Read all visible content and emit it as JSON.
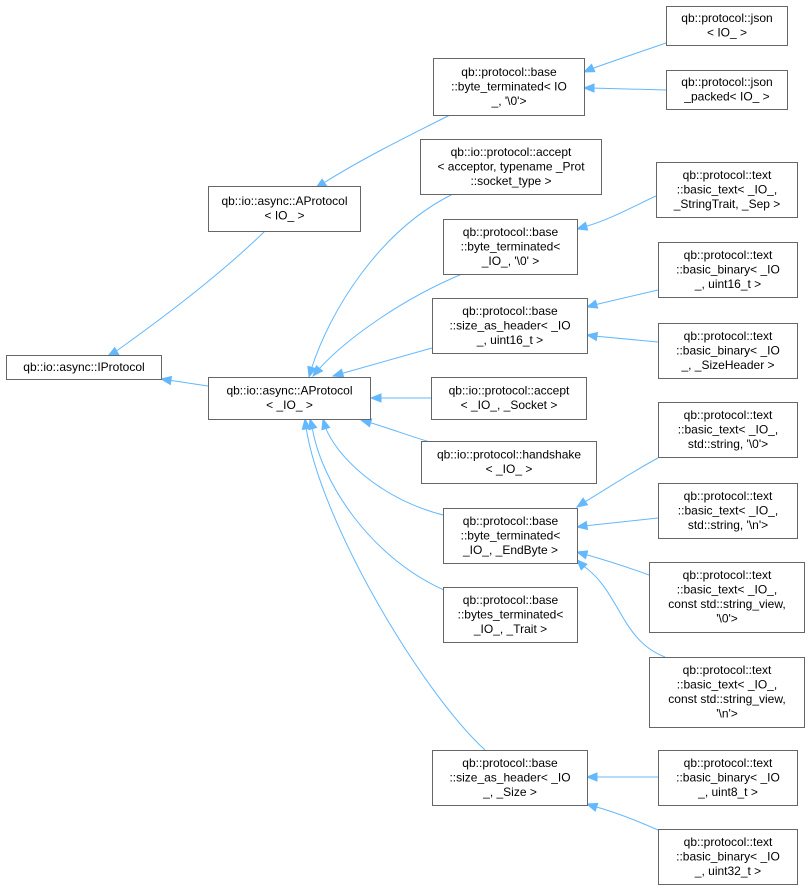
{
  "colors": {
    "edge": "#63b8ff",
    "node_border": "#666666",
    "node_fill": "#ffffff",
    "text": "#000000"
  },
  "nodes": [
    {
      "id": "iprotocol",
      "lines": [
        "qb::io::async::IProtocol"
      ]
    },
    {
      "id": "aprotocol_io_",
      "lines": [
        "qb::io::async::AProtocol",
        "< IO_ >"
      ]
    },
    {
      "id": "aprotocol__io_",
      "lines": [
        "qb::io::async::AProtocol",
        "< _IO_ >"
      ]
    },
    {
      "id": "byte_term_io_0",
      "lines": [
        "qb::protocol::base",
        "::byte_terminated< IO",
        "_, '\\0'>"
      ]
    },
    {
      "id": "json",
      "lines": [
        "qb::protocol::json",
        "< IO_ >"
      ]
    },
    {
      "id": "json_packed",
      "lines": [
        "qb::protocol::json",
        "_packed< IO_ >"
      ]
    },
    {
      "id": "accept_acceptor",
      "lines": [
        "qb::io::protocol::accept",
        "< acceptor, typename _Prot",
        "::socket_type >"
      ]
    },
    {
      "id": "byte_term__io_0",
      "lines": [
        "qb::protocol::base",
        "::byte_terminated<",
        "_IO_, '\\0' >"
      ]
    },
    {
      "id": "basic_text_sep",
      "lines": [
        "qb::protocol::text",
        "::basic_text< _IO_,",
        "_StringTrait, _Sep >"
      ]
    },
    {
      "id": "size_header_u16",
      "lines": [
        "qb::protocol::base",
        "::size_as_header< _IO",
        "_, uint16_t >"
      ]
    },
    {
      "id": "basic_binary_u16",
      "lines": [
        "qb::protocol::text",
        "::basic_binary< _IO",
        "_, uint16_t >"
      ]
    },
    {
      "id": "basic_binary_sizeheader",
      "lines": [
        "qb::protocol::text",
        "::basic_binary< _IO",
        "_, _SizeHeader >"
      ]
    },
    {
      "id": "accept_socket",
      "lines": [
        "qb::io::protocol::accept",
        "< _IO_, _Socket >"
      ]
    },
    {
      "id": "handshake",
      "lines": [
        "qb::io::protocol::handshake",
        "< _IO_ >"
      ]
    },
    {
      "id": "byte_term_endbyte",
      "lines": [
        "qb::protocol::base",
        "::byte_terminated<",
        "_IO_, _EndByte >"
      ]
    },
    {
      "id": "basic_text_string_0",
      "lines": [
        "qb::protocol::text",
        "::basic_text< _IO_,",
        "std::string, '\\0'>"
      ]
    },
    {
      "id": "basic_text_string_n",
      "lines": [
        "qb::protocol::text",
        "::basic_text< _IO_,",
        "std::string, '\\n'>"
      ]
    },
    {
      "id": "basic_text_sv_0",
      "lines": [
        "qb::protocol::text",
        "::basic_text< _IO_,",
        "const std::string_view,",
        "'\\0'>"
      ]
    },
    {
      "id": "basic_text_sv_n",
      "lines": [
        "qb::protocol::text",
        "::basic_text< _IO_,",
        "const std::string_view,",
        "'\\n'>"
      ]
    },
    {
      "id": "bytes_terminated",
      "lines": [
        "qb::protocol::base",
        "::bytes_terminated<",
        "_IO_, _Trait >"
      ]
    },
    {
      "id": "size_header_size",
      "lines": [
        "qb::protocol::base",
        "::size_as_header< _IO",
        "_, _Size >"
      ]
    },
    {
      "id": "basic_binary_u8",
      "lines": [
        "qb::protocol::text",
        "::basic_binary< _IO",
        "_, uint8_t >"
      ]
    },
    {
      "id": "basic_binary_u32",
      "lines": [
        "qb::protocol::text",
        "::basic_binary< _IO",
        "_, uint32_t >"
      ]
    }
  ],
  "edges": [
    {
      "from": "aprotocol_io_",
      "to": "iprotocol"
    },
    {
      "from": "aprotocol__io_",
      "to": "iprotocol"
    },
    {
      "from": "byte_term_io_0",
      "to": "aprotocol_io_"
    },
    {
      "from": "json",
      "to": "byte_term_io_0"
    },
    {
      "from": "json_packed",
      "to": "byte_term_io_0"
    },
    {
      "from": "accept_acceptor",
      "to": "aprotocol__io_"
    },
    {
      "from": "byte_term__io_0",
      "to": "aprotocol__io_"
    },
    {
      "from": "size_header_u16",
      "to": "aprotocol__io_"
    },
    {
      "from": "accept_socket",
      "to": "aprotocol__io_"
    },
    {
      "from": "handshake",
      "to": "aprotocol__io_"
    },
    {
      "from": "byte_term_endbyte",
      "to": "aprotocol__io_"
    },
    {
      "from": "bytes_terminated",
      "to": "aprotocol__io_"
    },
    {
      "from": "size_header_size",
      "to": "aprotocol__io_"
    },
    {
      "from": "basic_text_sep",
      "to": "byte_term__io_0"
    },
    {
      "from": "basic_binary_u16",
      "to": "size_header_u16"
    },
    {
      "from": "basic_binary_sizeheader",
      "to": "size_header_u16"
    },
    {
      "from": "basic_text_string_0",
      "to": "byte_term_endbyte"
    },
    {
      "from": "basic_text_string_n",
      "to": "byte_term_endbyte"
    },
    {
      "from": "basic_text_sv_0",
      "to": "byte_term_endbyte"
    },
    {
      "from": "basic_text_sv_n",
      "to": "byte_term_endbyte"
    },
    {
      "from": "basic_binary_u8",
      "to": "size_header_size"
    },
    {
      "from": "basic_binary_u32",
      "to": "size_header_size"
    }
  ]
}
